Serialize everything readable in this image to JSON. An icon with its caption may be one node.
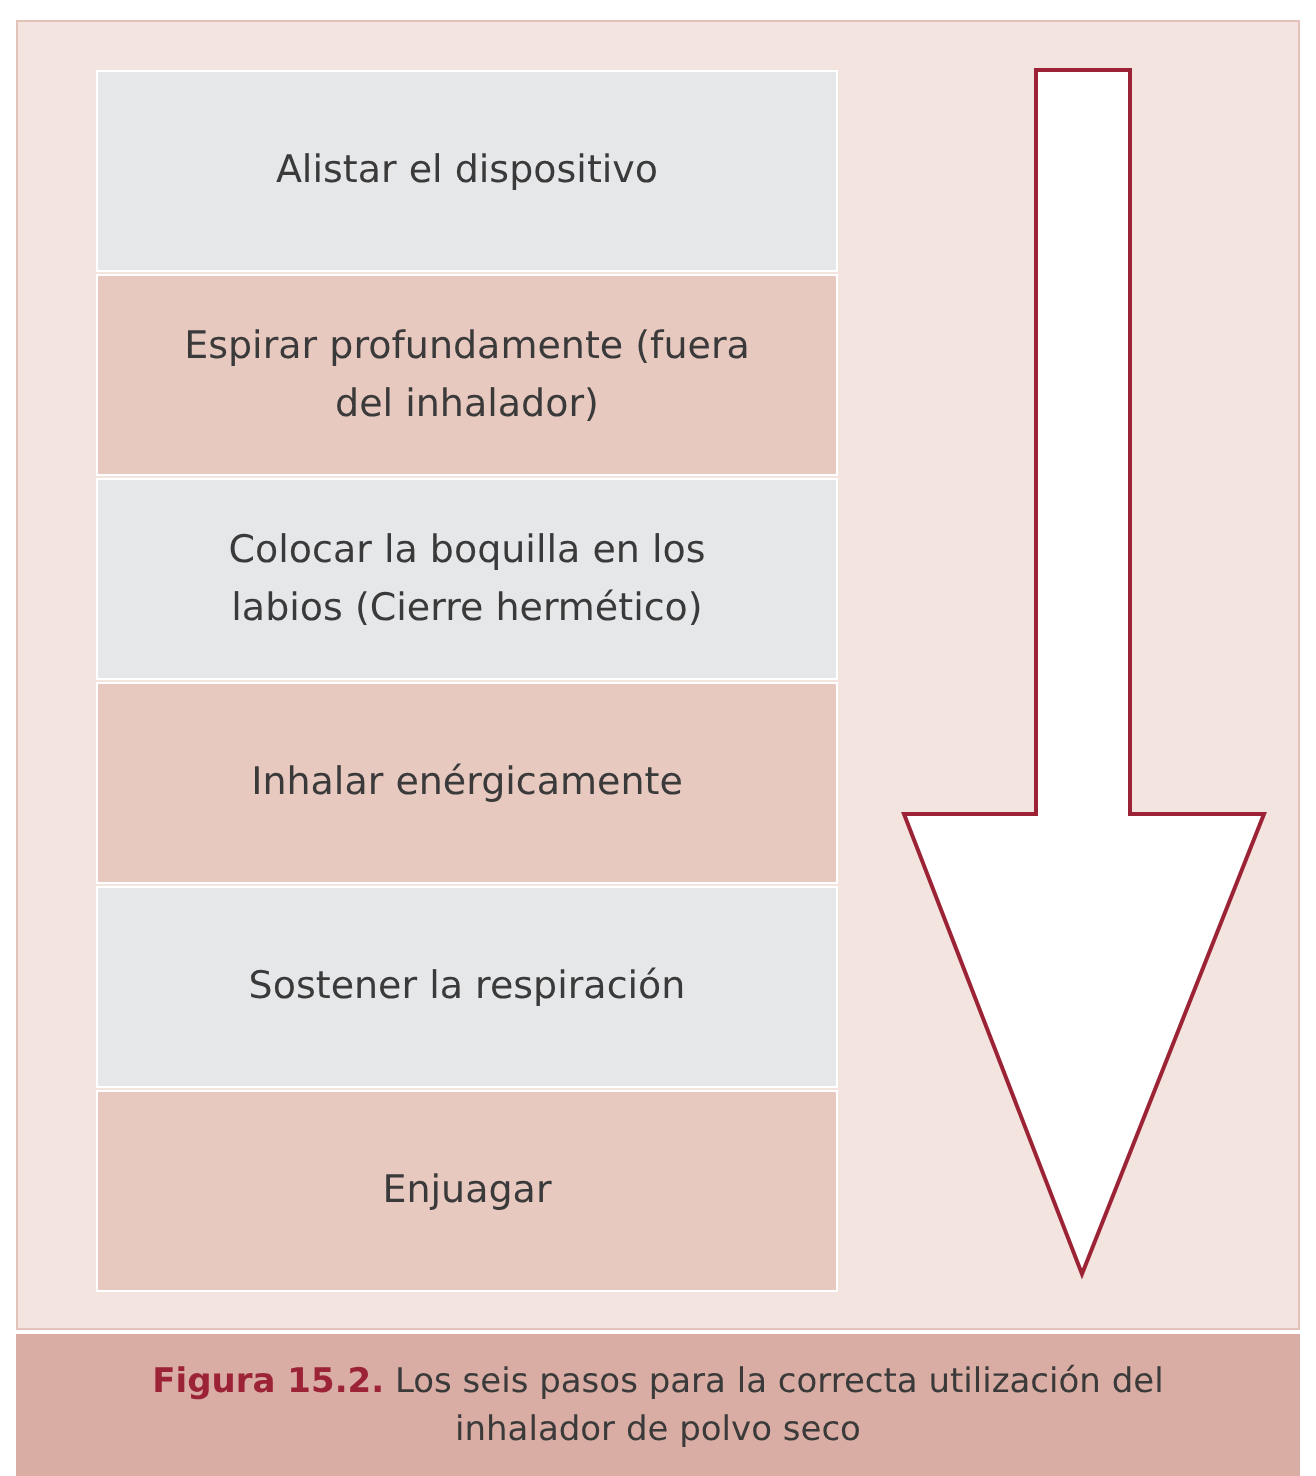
{
  "diagram": {
    "caption": "**Figura 15.2.** Los seis pasos para la correcta utilización del inhalador de polvo seco",
    "nodes": [
      {
        "text": [
          "Alistar el dispositivo"
        ]
      },
      {
        "text": [
          "Espirar profundamente (fuera del inhalador)"
        ]
      },
      {
        "text": [
          "Colocar la boquilla en los labios (Cierre hermético)"
        ]
      },
      {
        "text": [
          "Inhalar enérgicamente"
        ]
      },
      {
        "text": [
          "Sostener la respiración"
        ]
      },
      {
        "text": [
          "Enjuagar"
        ]
      }
    ]
  }
}
